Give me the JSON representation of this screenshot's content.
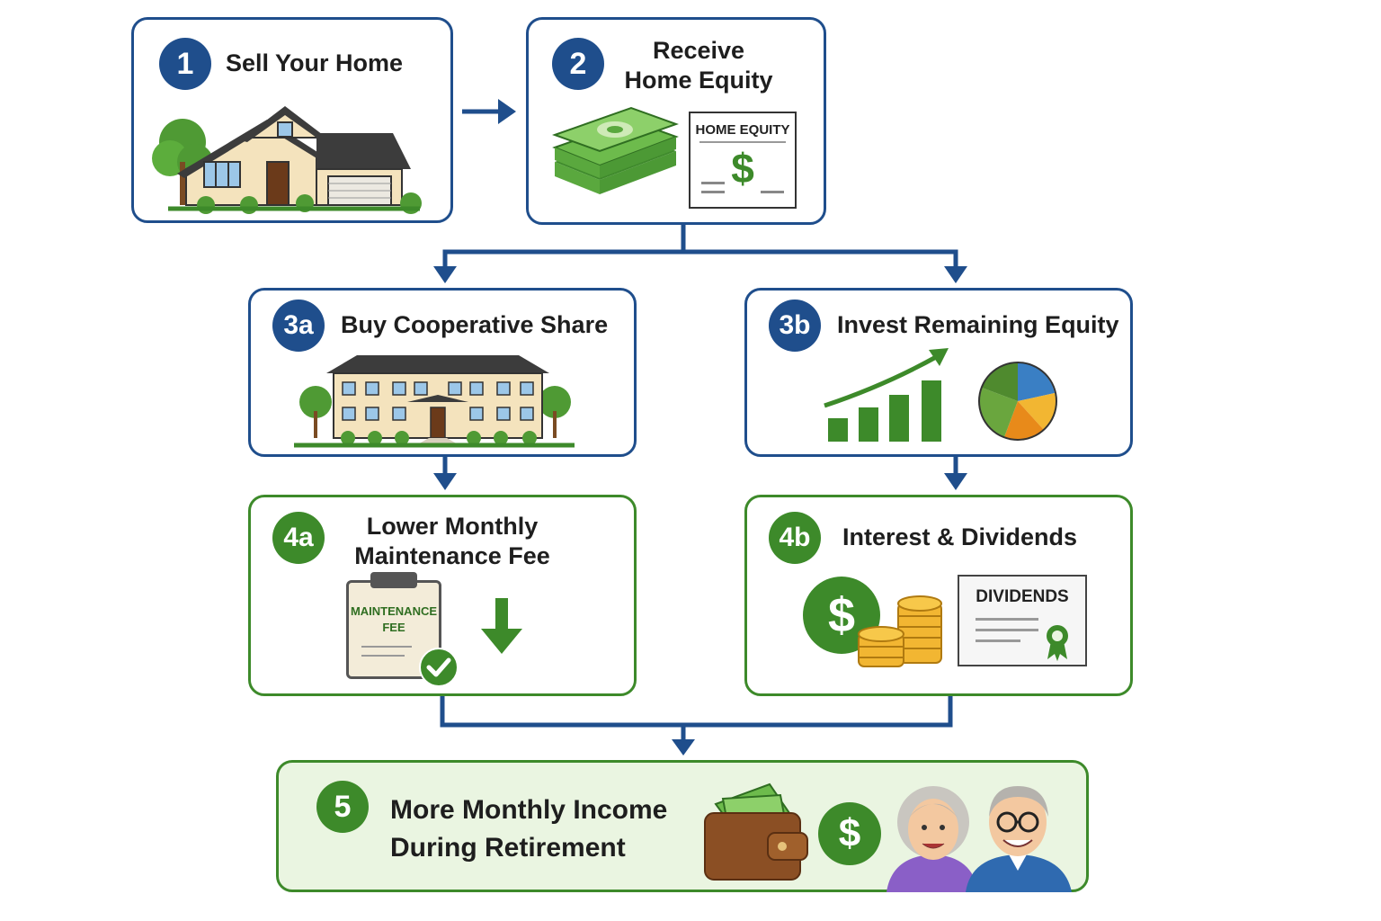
{
  "steps": {
    "s1": {
      "num": "1",
      "title": "Sell Your Home"
    },
    "s2": {
      "num": "2",
      "title_line1": "Receive",
      "title_line2": "Home Equity",
      "doc_label": "HOME EQUITY",
      "doc_symbol": "$"
    },
    "s3a": {
      "num": "3a",
      "title": "Buy Cooperative Share"
    },
    "s3b": {
      "num": "3b",
      "title": "Invest Remaining Equity"
    },
    "s4a": {
      "num": "4a",
      "title_line1": "Lower Monthly",
      "title_line2": "Maintenance Fee",
      "clipboard_line1": "MAINTENANCE",
      "clipboard_line2": "FEE"
    },
    "s4b": {
      "num": "4b",
      "title": "Interest & Dividends",
      "coin_symbol": "$",
      "certificate_label": "DIVIDENDS"
    },
    "s5": {
      "num": "5",
      "title_line1": "More Monthly Income",
      "title_line2": "During Retirement",
      "coin_symbol": "$"
    }
  },
  "colors": {
    "blue": "#1f4e8c",
    "green": "#3d8a2a",
    "light_green_fill": "#eaf5e1"
  }
}
